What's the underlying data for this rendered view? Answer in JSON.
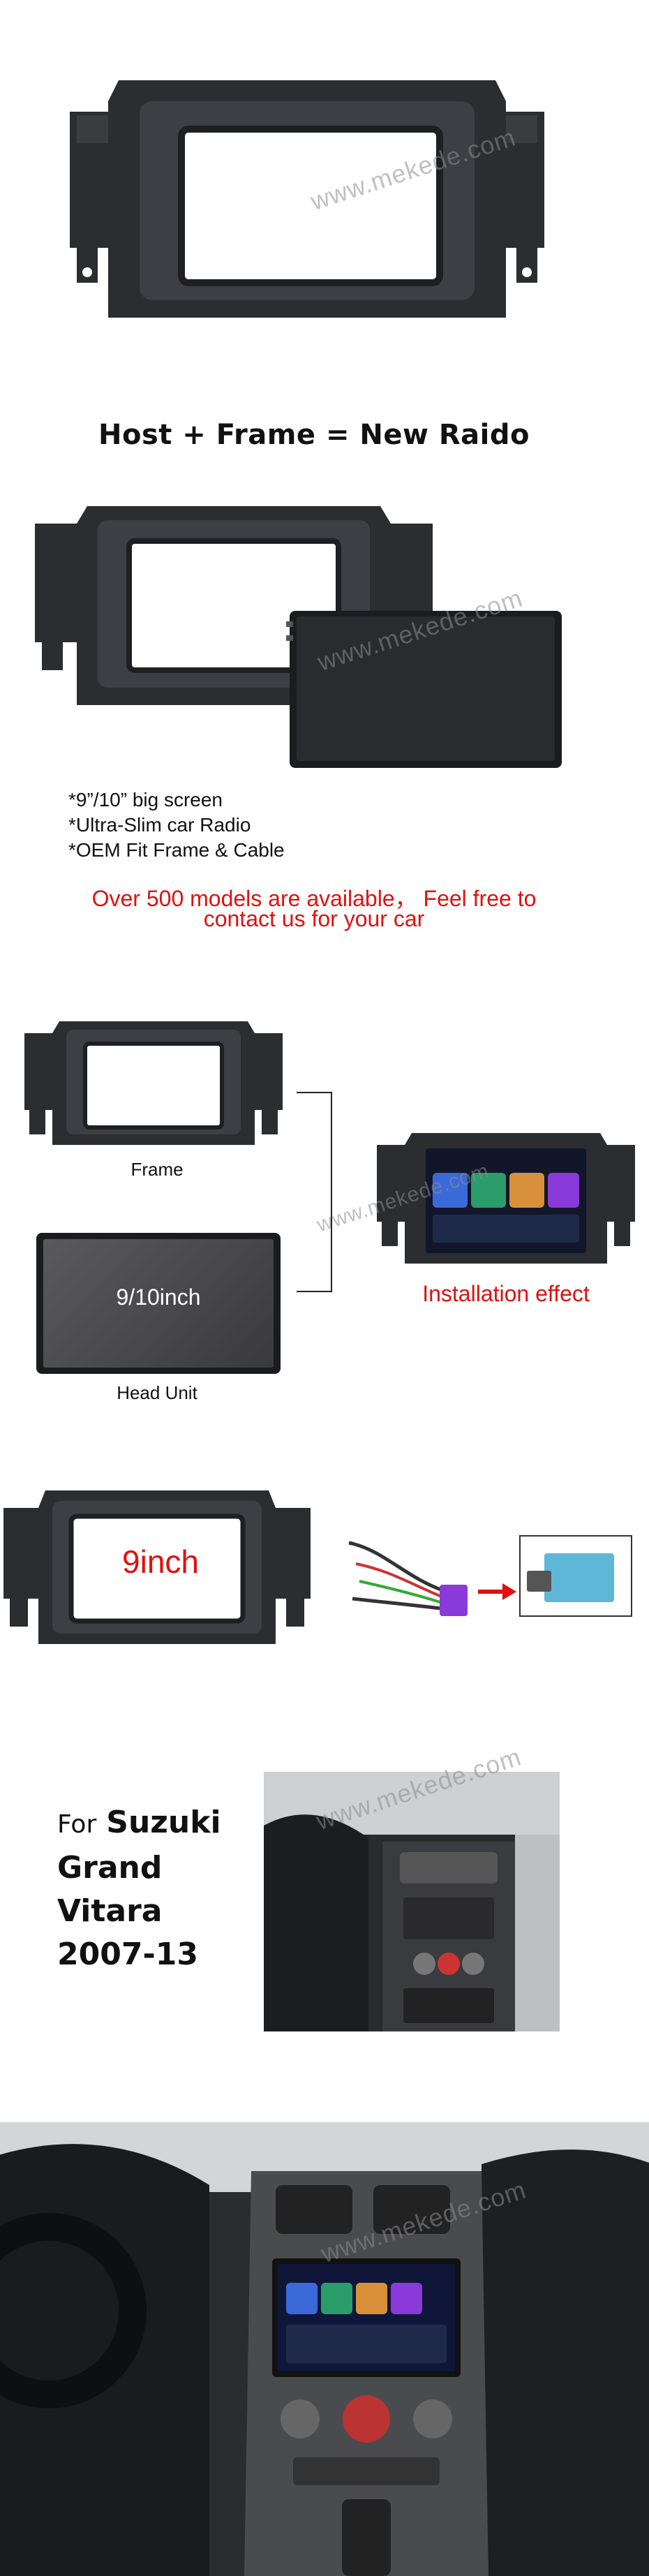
{
  "watermark": "www.mekede.com",
  "headline": "Host + Frame = New Raido",
  "features": [
    "*9”/10” big screen",
    "*Ultra-Slim car Radio",
    "*OEM Fit Frame & Cable"
  ],
  "availability": {
    "line1": "Over 500 models are available， Feel free to",
    "line2": "contact us for your car"
  },
  "labels": {
    "frame": "Frame",
    "head_unit": "Head Unit",
    "screen_size": "9/10inch",
    "installation_effect": "Installation effect",
    "nine_inch": "9inch"
  },
  "vehicle": {
    "prefix": "For",
    "make": "Suzuki",
    "model_line1": "Grand",
    "model_line2": "Vitara",
    "years": "2007-13"
  },
  "colors": {
    "accent_red": "#e01010",
    "frame_dark": "#2b2d30",
    "screen_dark": "#1b1c1e"
  }
}
